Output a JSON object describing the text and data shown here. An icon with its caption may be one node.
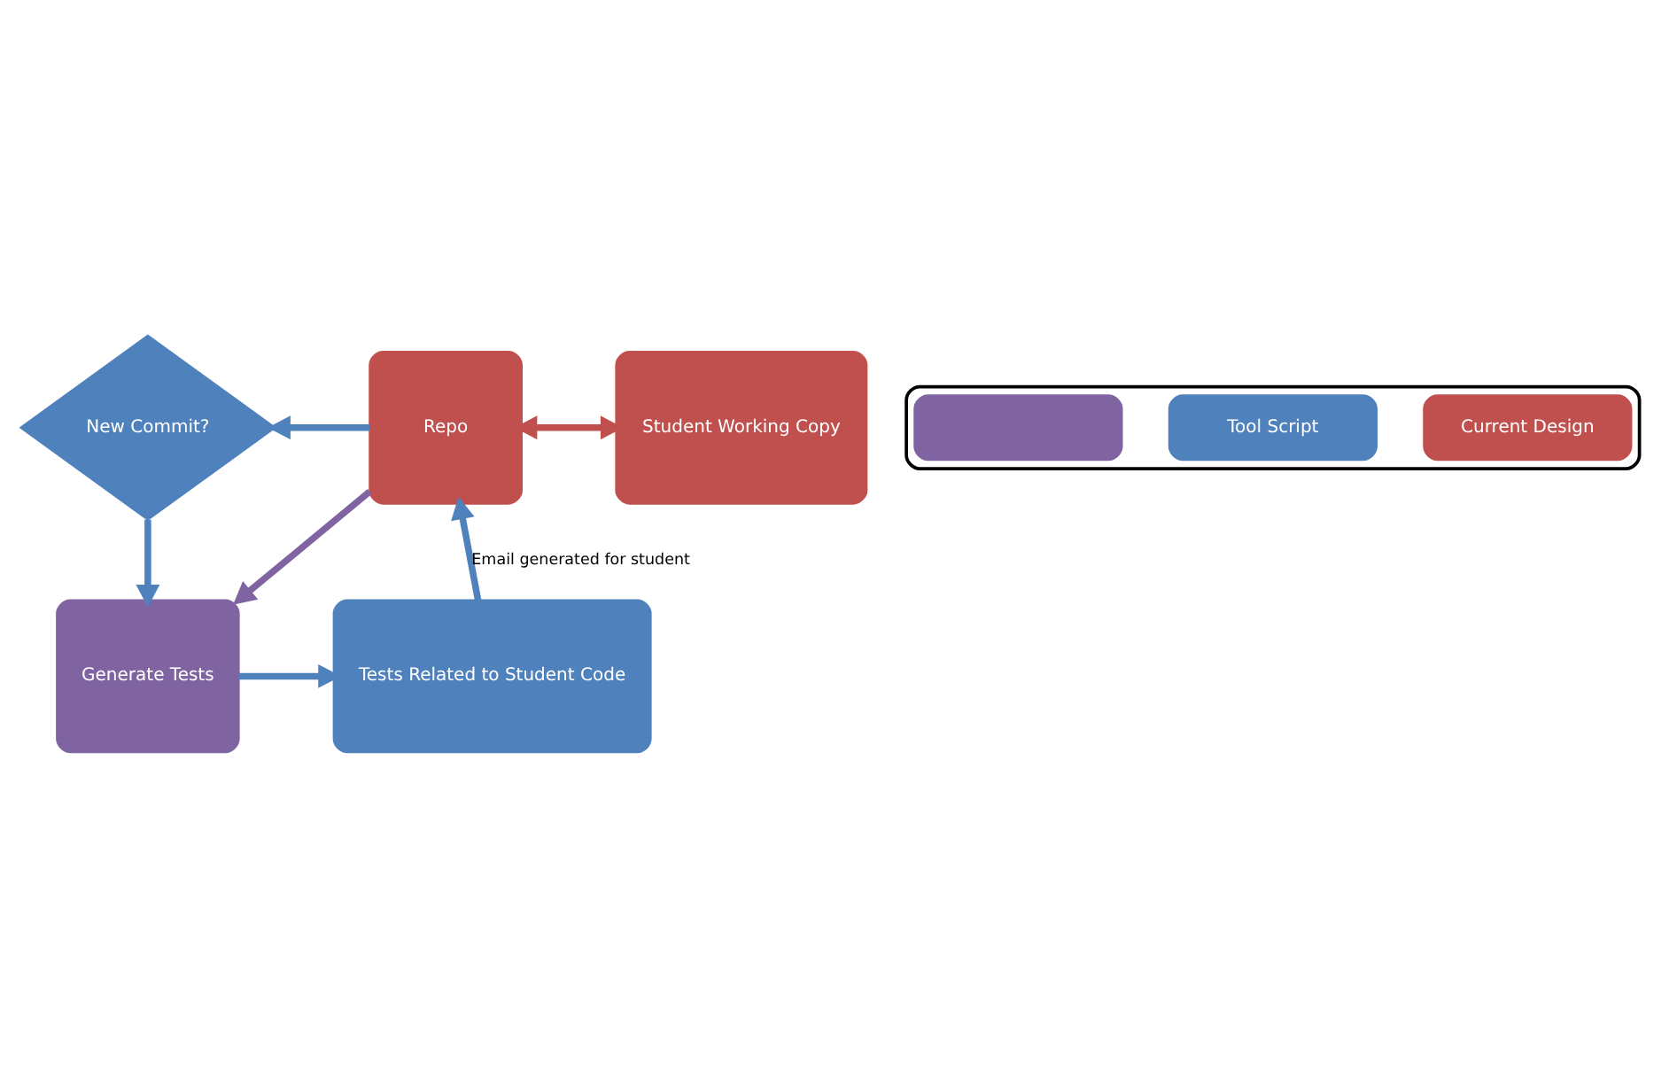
{
  "diagram": {
    "nodes": [
      {
        "text": [
          "New Commit?"
        ]
      },
      {
        "text": [
          "Repo"
        ]
      },
      {
        "text": [
          "Student Working Copy"
        ]
      },
      {
        "text": [
          "Generate Tests"
        ]
      },
      {
        "text": [
          "Tests Related to Student Code"
        ]
      },
      {
        "text": [],
        "shape": "box"
      },
      {
        "text": [
          "Current Design"
        ],
        "in": 5
      },
      {
        "text": [
          "Tool Script"
        ],
        "in": 5
      },
      {
        "text": [],
        "shape": "box",
        "in": 5
      }
    ],
    "edges": [
      {
        "from": 1,
        "to": 0,
        "arrow": "to"
      },
      {
        "from": 1,
        "to": 2,
        "arrow": "both",
        "color": "#c0504d"
      },
      {
        "from": 0,
        "to": 3,
        "arrow": "to"
      },
      {
        "from": 1,
        "to": 3,
        "arrow": "to",
        "color": "#8064a2"
      },
      {
        "from": 3,
        "to": 4,
        "arrow": "to"
      },
      {
        "from": 4,
        "to": 1,
        "arrow": "to",
        "label": "Email generated for student"
      }
    ]
  }
}
